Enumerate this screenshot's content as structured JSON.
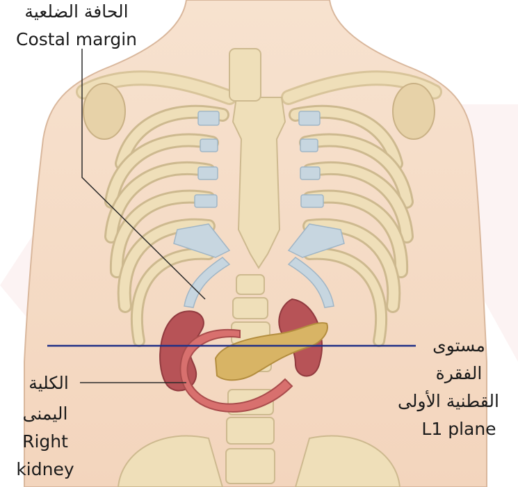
{
  "labels": {
    "costal_margin_ar": "الحافة الضلعية",
    "costal_margin_en": "Costal margin",
    "l1_plane_ar_line1": "مستوى",
    "l1_plane_ar_line2": "الفقرة",
    "l1_plane_ar_line3": "القطنية الأولى",
    "l1_plane_en": "L1 plane",
    "right_kidney_ar_line1": "الكلية",
    "right_kidney_ar_line2": "اليمنى",
    "right_kidney_en_line1": "Right",
    "right_kidney_en_line2": "kidney"
  },
  "colors": {
    "skin": "#f6dcc6",
    "bone": "#eedcb2",
    "cartilage": "#c7d6e0",
    "kidney": "#b44c52",
    "duodenum": "#d8706e",
    "pancreas": "#d8b465",
    "plane_line": "#1f2f86",
    "leader_line": "#2a2a2a"
  }
}
